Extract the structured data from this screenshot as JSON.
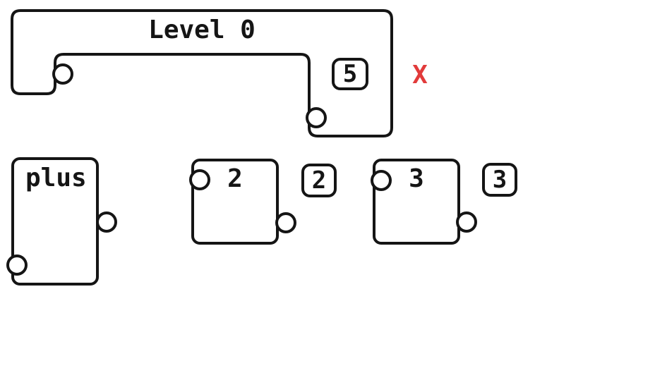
{
  "canvas": {
    "background": "#ffffff",
    "ink": "#151515"
  },
  "level": {
    "title": "Level 0",
    "goal_badge": "5",
    "result_mark": "X",
    "result_color": "#e23b3b"
  },
  "tray": {
    "pieces": [
      {
        "id": "plus",
        "label": "plus"
      },
      {
        "id": "two",
        "label": "2",
        "value_badge": "2"
      },
      {
        "id": "three",
        "label": "3",
        "value_badge": "3"
      }
    ]
  }
}
